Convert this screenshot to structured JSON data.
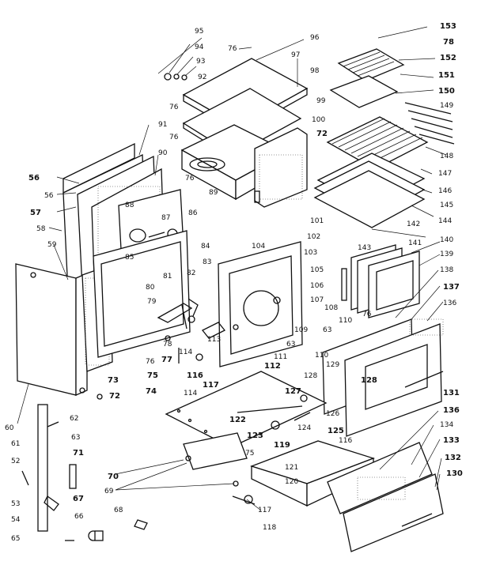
{
  "diagram": {
    "labels": [
      {
        "id": "l95",
        "text": "95"
      },
      {
        "id": "l94",
        "text": "94"
      },
      {
        "id": "l93",
        "text": "93"
      },
      {
        "id": "l92",
        "text": "92"
      },
      {
        "id": "l76a",
        "text": "76"
      },
      {
        "id": "l96",
        "text": "96"
      },
      {
        "id": "l97",
        "text": "97"
      },
      {
        "id": "l98",
        "text": "98"
      },
      {
        "id": "l99",
        "text": "99"
      },
      {
        "id": "l100",
        "text": "100"
      },
      {
        "id": "l72",
        "text": "72"
      },
      {
        "id": "l76b",
        "text": "76"
      },
      {
        "id": "l76c",
        "text": "76"
      },
      {
        "id": "l91",
        "text": "91"
      },
      {
        "id": "l90",
        "text": "90"
      },
      {
        "id": "l76d",
        "text": "76"
      },
      {
        "id": "l89",
        "text": "89"
      },
      {
        "id": "l88",
        "text": "88"
      },
      {
        "id": "l87",
        "text": "87"
      },
      {
        "id": "l86",
        "text": "86"
      },
      {
        "id": "l85",
        "text": "85"
      },
      {
        "id": "l84",
        "text": "84"
      },
      {
        "id": "l56a",
        "text": "56"
      },
      {
        "id": "l56b",
        "text": "56"
      },
      {
        "id": "l57",
        "text": "57"
      },
      {
        "id": "l58",
        "text": "58"
      },
      {
        "id": "l59",
        "text": "59"
      },
      {
        "id": "l101",
        "text": "101"
      },
      {
        "id": "l102",
        "text": "102"
      },
      {
        "id": "l103",
        "text": "103"
      },
      {
        "id": "l104",
        "text": "104"
      },
      {
        "id": "l105",
        "text": "105"
      },
      {
        "id": "l106",
        "text": "106"
      },
      {
        "id": "l107",
        "text": "107"
      },
      {
        "id": "l108",
        "text": "108"
      },
      {
        "id": "l109",
        "text": "109"
      },
      {
        "id": "l110",
        "text": "110"
      },
      {
        "id": "l111",
        "text": "111"
      },
      {
        "id": "l112",
        "text": "112"
      },
      {
        "id": "l113",
        "text": "113"
      },
      {
        "id": "l114a",
        "text": "114"
      },
      {
        "id": "l114b",
        "text": "114"
      },
      {
        "id": "l116",
        "text": "116"
      },
      {
        "id": "l117",
        "text": "117"
      },
      {
        "id": "l83",
        "text": "83"
      },
      {
        "id": "l82",
        "text": "82"
      },
      {
        "id": "l81",
        "text": "81"
      },
      {
        "id": "l80",
        "text": "80"
      },
      {
        "id": "l79",
        "text": "79"
      },
      {
        "id": "l78",
        "text": "78"
      },
      {
        "id": "l77",
        "text": "77"
      },
      {
        "id": "l76e",
        "text": "76"
      },
      {
        "id": "l75a",
        "text": "75"
      },
      {
        "id": "l74",
        "text": "74"
      },
      {
        "id": "l73",
        "text": "73"
      },
      {
        "id": "l72b",
        "text": "72"
      },
      {
        "id": "l63a",
        "text": "63"
      },
      {
        "id": "l63b",
        "text": "63"
      },
      {
        "id": "l76f",
        "text": "76"
      },
      {
        "id": "l153",
        "text": "153"
      },
      {
        "id": "l78b",
        "text": "78"
      },
      {
        "id": "l152",
        "text": "152"
      },
      {
        "id": "l151",
        "text": "151"
      },
      {
        "id": "l150",
        "text": "150"
      },
      {
        "id": "l149",
        "text": "149"
      },
      {
        "id": "l148",
        "text": "148"
      },
      {
        "id": "l147",
        "text": "147"
      },
      {
        "id": "l146",
        "text": "146"
      },
      {
        "id": "l145",
        "text": "145"
      },
      {
        "id": "l144",
        "text": "144"
      },
      {
        "id": "l143",
        "text": "143"
      },
      {
        "id": "l142",
        "text": "142"
      },
      {
        "id": "l141",
        "text": "141"
      },
      {
        "id": "l140",
        "text": "140"
      },
      {
        "id": "l139",
        "text": "139"
      },
      {
        "id": "l138",
        "text": "138"
      },
      {
        "id": "l137",
        "text": "137"
      },
      {
        "id": "l136a",
        "text": "136"
      },
      {
        "id": "l129",
        "text": "129"
      },
      {
        "id": "l128a",
        "text": "128"
      },
      {
        "id": "l128b",
        "text": "128"
      },
      {
        "id": "l127",
        "text": "127"
      },
      {
        "id": "l126",
        "text": "126"
      },
      {
        "id": "l125",
        "text": "125"
      },
      {
        "id": "l124",
        "text": "124"
      },
      {
        "id": "l123",
        "text": "123"
      },
      {
        "id": "l122",
        "text": "122"
      },
      {
        "id": "l119",
        "text": "119"
      },
      {
        "id": "l116b",
        "text": "116"
      },
      {
        "id": "l131",
        "text": "131"
      },
      {
        "id": "l136b",
        "text": "136"
      },
      {
        "id": "l134",
        "text": "134"
      },
      {
        "id": "l133",
        "text": "133"
      },
      {
        "id": "l132",
        "text": "132"
      },
      {
        "id": "l130",
        "text": "130"
      },
      {
        "id": "l121",
        "text": "121"
      },
      {
        "id": "l120",
        "text": "120"
      },
      {
        "id": "l118",
        "text": "118"
      },
      {
        "id": "l117b",
        "text": "117"
      },
      {
        "id": "l70",
        "text": "70"
      },
      {
        "id": "l69",
        "text": "69"
      },
      {
        "id": "l75b",
        "text": "75"
      },
      {
        "id": "l68",
        "text": "68"
      },
      {
        "id": "l60",
        "text": "60"
      },
      {
        "id": "l61",
        "text": "61"
      },
      {
        "id": "l62",
        "text": "62"
      },
      {
        "id": "l63c",
        "text": "63"
      },
      {
        "id": "l71",
        "text": "71"
      },
      {
        "id": "l67",
        "text": "67"
      },
      {
        "id": "l52",
        "text": "52"
      },
      {
        "id": "l53",
        "text": "53"
      },
      {
        "id": "l54",
        "text": "54"
      },
      {
        "id": "l66",
        "text": "66"
      },
      {
        "id": "l65",
        "text": "65"
      },
      {
        "id": "l110b",
        "text": "110"
      }
    ]
  }
}
